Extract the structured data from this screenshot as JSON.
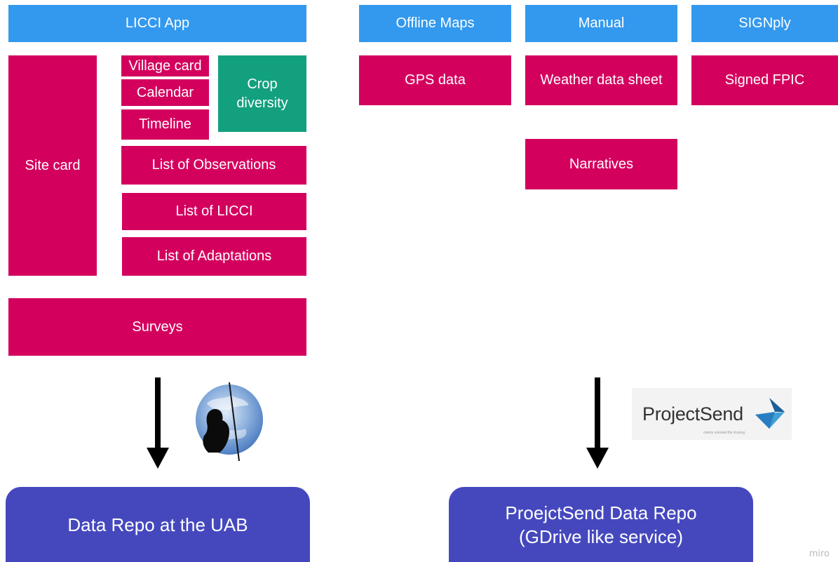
{
  "boxes": {
    "licci_app": "LICCI App",
    "offline_maps": "Offline Maps",
    "manual": "Manual",
    "signply": "SIGNply",
    "site_card": "Site card",
    "village_card": "Village card",
    "calendar": "Calendar",
    "timeline": "Timeline",
    "crop_diversity": "Crop diversity",
    "list_observations": "List of Observations",
    "list_licci": "List of LICCI",
    "list_adaptations": "List of Adaptations",
    "surveys": "Surveys",
    "gps_data": "GPS data",
    "weather_data_sheet": "Weather data sheet",
    "signed_fpic": "Signed FPIC",
    "narratives": "Narratives"
  },
  "repos": {
    "uab": "Data Repo at the UAB",
    "projectsend_line1": "ProejctSend Data Repo",
    "projectsend_line2": "(GDrive like service)"
  },
  "logos": {
    "projectsend_name": "ProjectSend",
    "projectsend_tagline": "clients oriented file sharing"
  },
  "watermark": "miro",
  "colors": {
    "blue": "#3399ee",
    "pink": "#d4005e",
    "green": "#13a07f",
    "repo": "#4548bd"
  }
}
